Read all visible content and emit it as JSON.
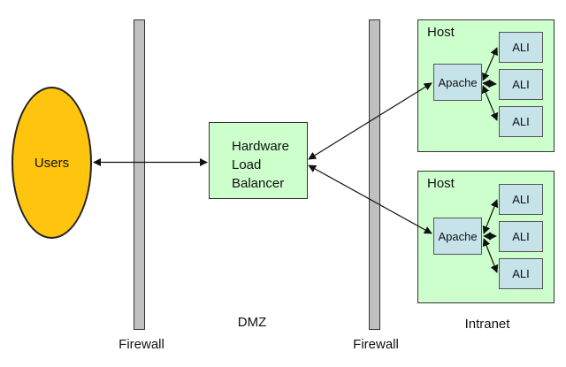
{
  "diagram": {
    "title_hint": "Load-balanced web architecture",
    "users_label": "Users",
    "load_balancer_lines": [
      "Hardware",
      "Load",
      "Balancer"
    ],
    "firewalls": [
      "Firewall",
      "Firewall"
    ],
    "zones": {
      "dmz": "DMZ",
      "intranet": "Intranet"
    },
    "hosts": [
      {
        "label": "Host",
        "server": "Apache",
        "ali": [
          "ALI",
          "ALI",
          "ALI"
        ]
      },
      {
        "label": "Host",
        "server": "Apache",
        "ali": [
          "ALI",
          "ALI",
          "ALI"
        ]
      }
    ],
    "colors": {
      "users_fill": "#FFC40D",
      "zone_fill": "#CCFFCC",
      "node_fill": "#C7E3EA",
      "firewall_fill": "#C0C0C0",
      "line": "#111111"
    }
  }
}
